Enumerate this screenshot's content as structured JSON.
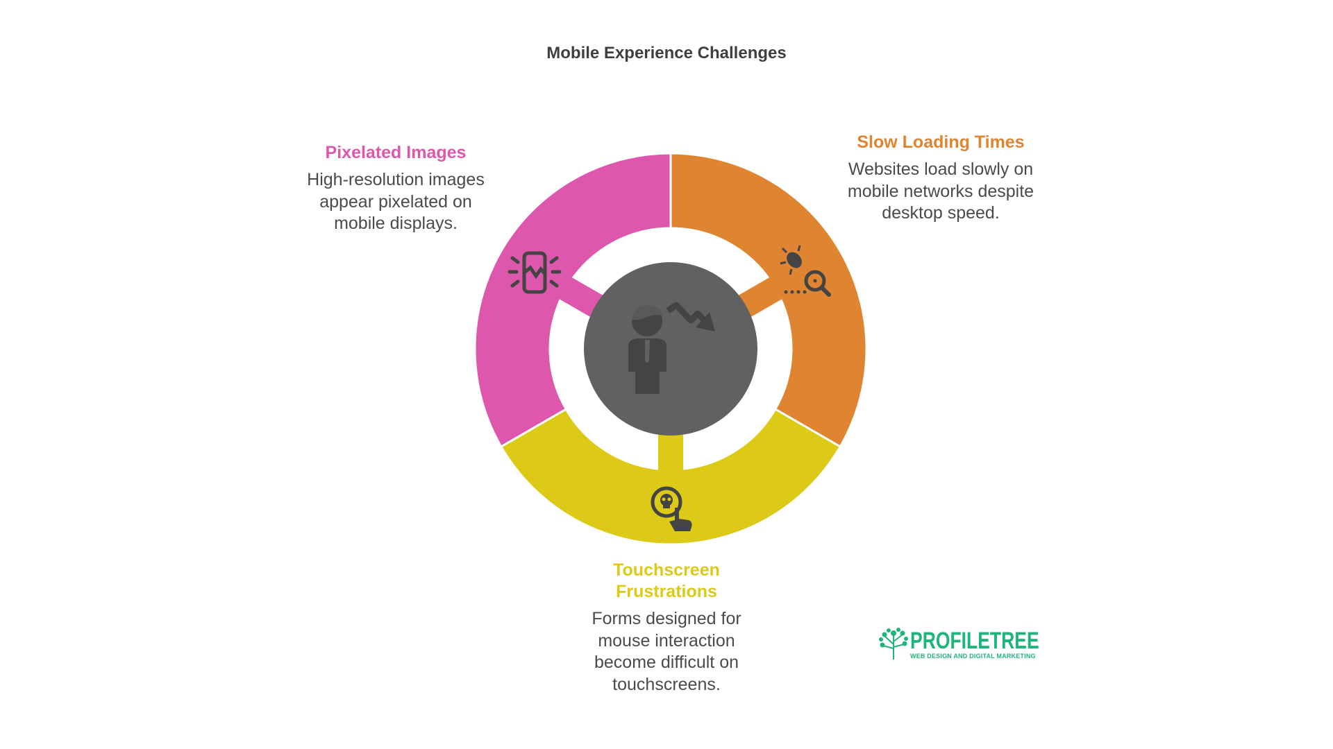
{
  "title": "Mobile Experience Challenges",
  "colors": {
    "pixelated": "#dd58ad",
    "slow": "#df8531",
    "touch": "#dcca16",
    "center": "#616161",
    "icon": "#444444",
    "logo": "#1db57a"
  },
  "center": {
    "icon": "businessman-downtrend-icon"
  },
  "segments": [
    {
      "key": "pixelated",
      "heading": "Pixelated Images",
      "description": "High-resolution images appear pixelated on mobile displays.",
      "icon": "broken-phone-icon"
    },
    {
      "key": "slow",
      "heading": "Slow Loading Times",
      "description": "Websites load slowly on mobile networks despite desktop speed.",
      "icon": "bug-search-icon"
    },
    {
      "key": "touch",
      "heading": "Touchscreen Frustrations",
      "description": "Forms designed for mouse interaction become difficult on touchscreens.",
      "icon": "skull-touch-icon"
    }
  ],
  "logo": {
    "name": "PROFILETREE",
    "tagline": "WEB DESIGN AND DIGITAL MARKETING",
    "icon": "tree-icon"
  }
}
